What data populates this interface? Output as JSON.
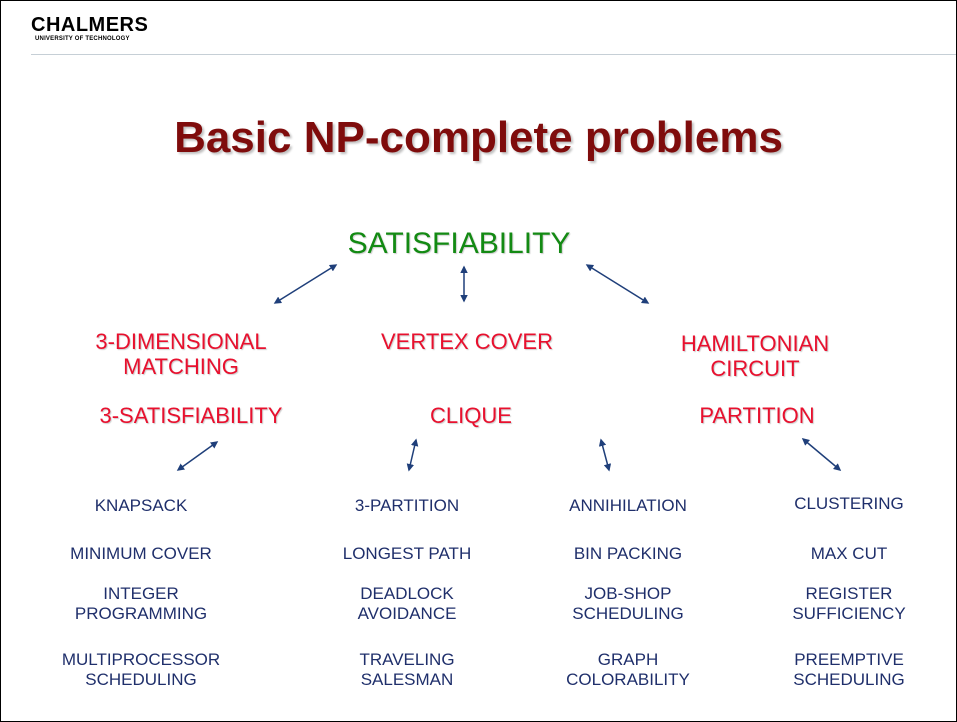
{
  "header": {
    "logo_text": "CHALMERS",
    "logo_subtext": "UNIVERSITY OF TECHNOLOGY"
  },
  "title": "Basic NP-complete problems",
  "colors": {
    "title": "#7f0c0c",
    "root": "#138a13",
    "level2": "#e8102e",
    "level3": "#1f2f6b",
    "arrow": "#1f3f7a"
  },
  "diagram": {
    "root": "SATISFIABILITY",
    "level2": {
      "three_dim_matching": [
        "3-DIMENSIONAL",
        "MATCHING"
      ],
      "vertex_cover": "VERTEX COVER",
      "hamiltonian_circuit": [
        "HAMILTONIAN",
        "CIRCUIT"
      ],
      "three_sat": "3-SATISFIABILITY",
      "clique": "CLIQUE",
      "partition": "PARTITION"
    },
    "level3": {
      "col1": [
        [
          "KNAPSACK"
        ],
        [
          "MINIMUM COVER"
        ],
        [
          "INTEGER",
          "PROGRAMMING"
        ],
        [
          "MULTIPROCESSOR",
          "SCHEDULING"
        ]
      ],
      "col2": [
        [
          "3-PARTITION"
        ],
        [
          "LONGEST PATH"
        ],
        [
          "DEADLOCK",
          "AVOIDANCE"
        ],
        [
          "TRAVELING",
          "SALESMAN"
        ]
      ],
      "col3": [
        [
          "ANNIHILATION"
        ],
        [
          "BIN PACKING"
        ],
        [
          "JOB-SHOP",
          "SCHEDULING"
        ],
        [
          "GRAPH",
          "COLORABILITY"
        ]
      ],
      "col4": [
        [
          "CLUSTERING"
        ],
        [
          "MAX CUT"
        ],
        [
          "REGISTER",
          "SUFFICIENCY"
        ],
        [
          "PREEMPTIVE",
          "SCHEDULING"
        ]
      ]
    }
  }
}
